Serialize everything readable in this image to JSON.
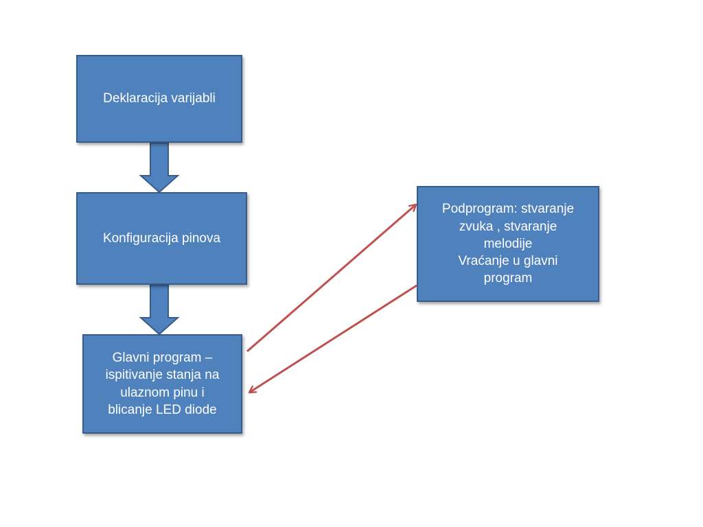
{
  "colors": {
    "box_fill": "#4f81bd",
    "box_border": "#385d8a",
    "block_arrow_fill": "#4f81bd",
    "connector_arrow": "#c0504d",
    "background": "#ffffff"
  },
  "nodes": {
    "declaration": {
      "text": "Deklaracija varijabli"
    },
    "pin_config": {
      "text": "Konfiguracija pinova"
    },
    "main_program": {
      "text": "Glavni program –\nispitivanje stanja na\nulaznom pinu i\nblicanje LED diode"
    },
    "subprogram": {
      "text": "Podprogram: stvaranje\nzvuka , stvaranje\nmelodije\nVraćanje u glavni\nprogram"
    }
  },
  "edges": [
    {
      "from": "declaration",
      "to": "pin_config",
      "style": "block-arrow"
    },
    {
      "from": "pin_config",
      "to": "main_program",
      "style": "block-arrow"
    },
    {
      "from": "main_program",
      "to": "subprogram",
      "style": "line-arrow"
    },
    {
      "from": "subprogram",
      "to": "main_program",
      "style": "line-arrow"
    }
  ]
}
